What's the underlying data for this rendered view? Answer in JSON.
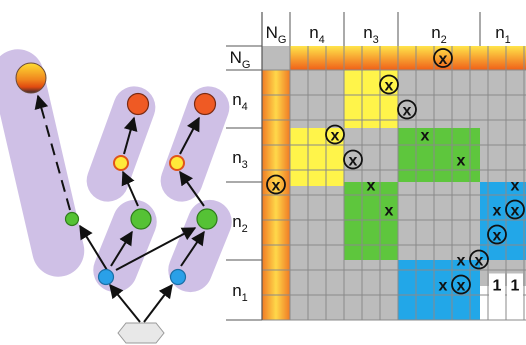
{
  "matrix": {
    "column_headers": [
      {
        "label": "N",
        "sub": "G"
      },
      {
        "label": "n",
        "sub": "4"
      },
      {
        "label": "n",
        "sub": "3"
      },
      {
        "label": "n",
        "sub": "2"
      },
      {
        "label": "n",
        "sub": "1"
      }
    ],
    "row_headers": [
      {
        "label": "N",
        "sub": "G"
      },
      {
        "label": "n",
        "sub": "4"
      },
      {
        "label": "n",
        "sub": "3"
      },
      {
        "label": "n",
        "sub": "2"
      },
      {
        "label": "n",
        "sub": "1"
      }
    ],
    "x_mark": "x",
    "one_mark": "1",
    "marks": [
      {
        "row": 0,
        "col": 8,
        "type": "cx"
      },
      {
        "row": 1,
        "col": 5,
        "type": "cx"
      },
      {
        "row": 2,
        "col": 6,
        "type": "cx"
      },
      {
        "row": 3,
        "col": 2,
        "type": "cx"
      },
      {
        "row": 4,
        "col": 3,
        "type": "cx"
      },
      {
        "row": 3,
        "col": 7,
        "type": "x"
      },
      {
        "row": 4,
        "col": 9,
        "type": "x"
      },
      {
        "row": 5,
        "col": 0,
        "type": "cx"
      },
      {
        "row": 5,
        "col": 4,
        "type": "x"
      },
      {
        "row": 6,
        "col": 5,
        "type": "x"
      },
      {
        "row": 5,
        "col": 12,
        "type": "x"
      },
      {
        "row": 6,
        "col": 11,
        "type": "x"
      },
      {
        "row": 6,
        "col": 12,
        "type": "cx"
      },
      {
        "row": 7,
        "col": 11,
        "type": "cx"
      },
      {
        "row": 8,
        "col": 9,
        "type": "x"
      },
      {
        "row": 8,
        "col": 10,
        "type": "cx"
      },
      {
        "row": 9,
        "col": 8,
        "type": "x"
      },
      {
        "row": 9,
        "col": 9,
        "type": "cx"
      },
      {
        "row": 9,
        "col": 11,
        "type": "one"
      },
      {
        "row": 9,
        "col": 12,
        "type": "one"
      }
    ],
    "colors": {
      "grid": "#b8b8b8",
      "block_n4": "#fff44a",
      "block_n3_green": "#5ec63d",
      "block_n2_green": "#5ec63d",
      "block_blue": "#22a7e8",
      "gradient_top": "#ffe54a",
      "gradient_bottom": "#f06018"
    }
  },
  "tree": {
    "colors": {
      "lane": "#cfc0e6",
      "blue_node": "#2aa0e8",
      "green_node": "#55c235",
      "yellow_node": "#ffe93a",
      "red_node": "#ef5a24",
      "root": "#e8e8e8"
    }
  }
}
